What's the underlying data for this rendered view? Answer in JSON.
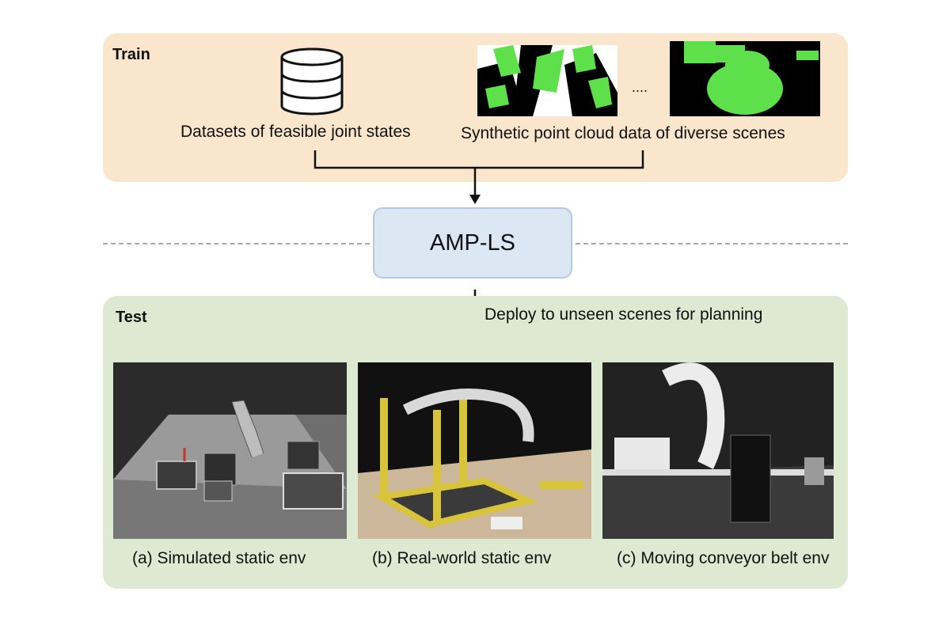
{
  "train": {
    "title": "Train",
    "dataset_label": "Datasets of feasible joint states",
    "pointcloud_label": "Synthetic point cloud data of diverse scenes",
    "ellipsis": "....",
    "database_icon": "database-icon"
  },
  "model": {
    "name": "AMP-LS"
  },
  "test": {
    "title": "Test",
    "deploy_label": "Deploy to unseen scenes for planning",
    "envs": [
      {
        "caption": "(a) Simulated static env"
      },
      {
        "caption": "(b) Real-world static env"
      },
      {
        "caption": "(c) Moving conveyor belt env"
      }
    ]
  },
  "colors": {
    "train_bg": "#f9e6cc",
    "test_bg": "#dde9d0",
    "model_bg": "#dbe7f3",
    "pointcloud_green": "#5ee04a"
  }
}
